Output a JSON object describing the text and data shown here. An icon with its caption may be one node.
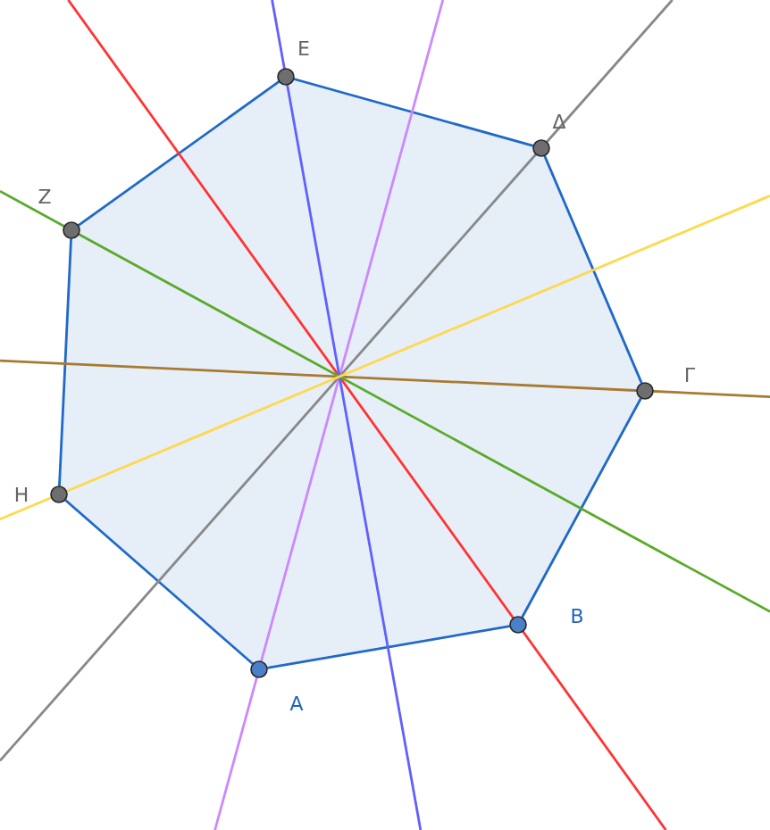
{
  "diagram": {
    "nodes": [
      {
        "text": [],
        "shape": "circle",
        "beside": [
          "Α"
        ]
      },
      {
        "text": [],
        "shape": "circle",
        "beside": [
          "Β"
        ]
      },
      {
        "text": [],
        "shape": "circle",
        "beside": [
          "Γ"
        ]
      },
      {
        "text": [],
        "shape": "circle",
        "beside": [
          "Δ"
        ]
      },
      {
        "text": [],
        "shape": "circle",
        "beside": [
          "Ε"
        ]
      },
      {
        "text": [],
        "shape": "circle",
        "beside": [
          "Ζ"
        ]
      },
      {
        "text": [],
        "shape": "circle",
        "beside": [
          "Η"
        ]
      }
    ],
    "edges": [
      {
        "from": 0,
        "to": 1,
        "arrow": "none"
      },
      {
        "from": 1,
        "to": 2,
        "arrow": "none"
      },
      {
        "from": 2,
        "to": 3,
        "arrow": "none"
      },
      {
        "from": 3,
        "to": 4,
        "arrow": "none"
      },
      {
        "from": 4,
        "to": 5,
        "arrow": "none"
      },
      {
        "from": 5,
        "to": 6,
        "arrow": "none"
      },
      {
        "from": 6,
        "to": 0,
        "arrow": "none"
      },
      {
        "from": 0,
        "to": null,
        "arrow": "none",
        "color": "#cc88ff"
      },
      {
        "from": 0,
        "to": null,
        "arrow": "none",
        "color": "#cc88ff"
      },
      {
        "from": 1,
        "to": null,
        "arrow": "none",
        "color": "#ff3333"
      },
      {
        "from": 1,
        "to": null,
        "arrow": "none",
        "color": "#ff3333"
      },
      {
        "from": 2,
        "to": null,
        "arrow": "none",
        "color": "#a87a30"
      },
      {
        "from": 2,
        "to": null,
        "arrow": "none",
        "color": "#a87a30"
      },
      {
        "from": 3,
        "to": null,
        "arrow": "none",
        "color": "#888888"
      },
      {
        "from": 3,
        "to": null,
        "arrow": "none",
        "color": "#888888"
      },
      {
        "from": 4,
        "to": null,
        "arrow": "none",
        "color": "#6060ff"
      },
      {
        "from": 4,
        "to": null,
        "arrow": "none",
        "color": "#6060ff"
      },
      {
        "from": 5,
        "to": null,
        "arrow": "none",
        "color": "#5aaa2a"
      },
      {
        "from": 5,
        "to": null,
        "arrow": "none",
        "color": "#5aaa2a"
      },
      {
        "from": 6,
        "to": null,
        "arrow": "none",
        "color": "#ffd84d"
      },
      {
        "from": 6,
        "to": null,
        "arrow": "none",
        "color": "#ffd84d"
      }
    ]
  }
}
